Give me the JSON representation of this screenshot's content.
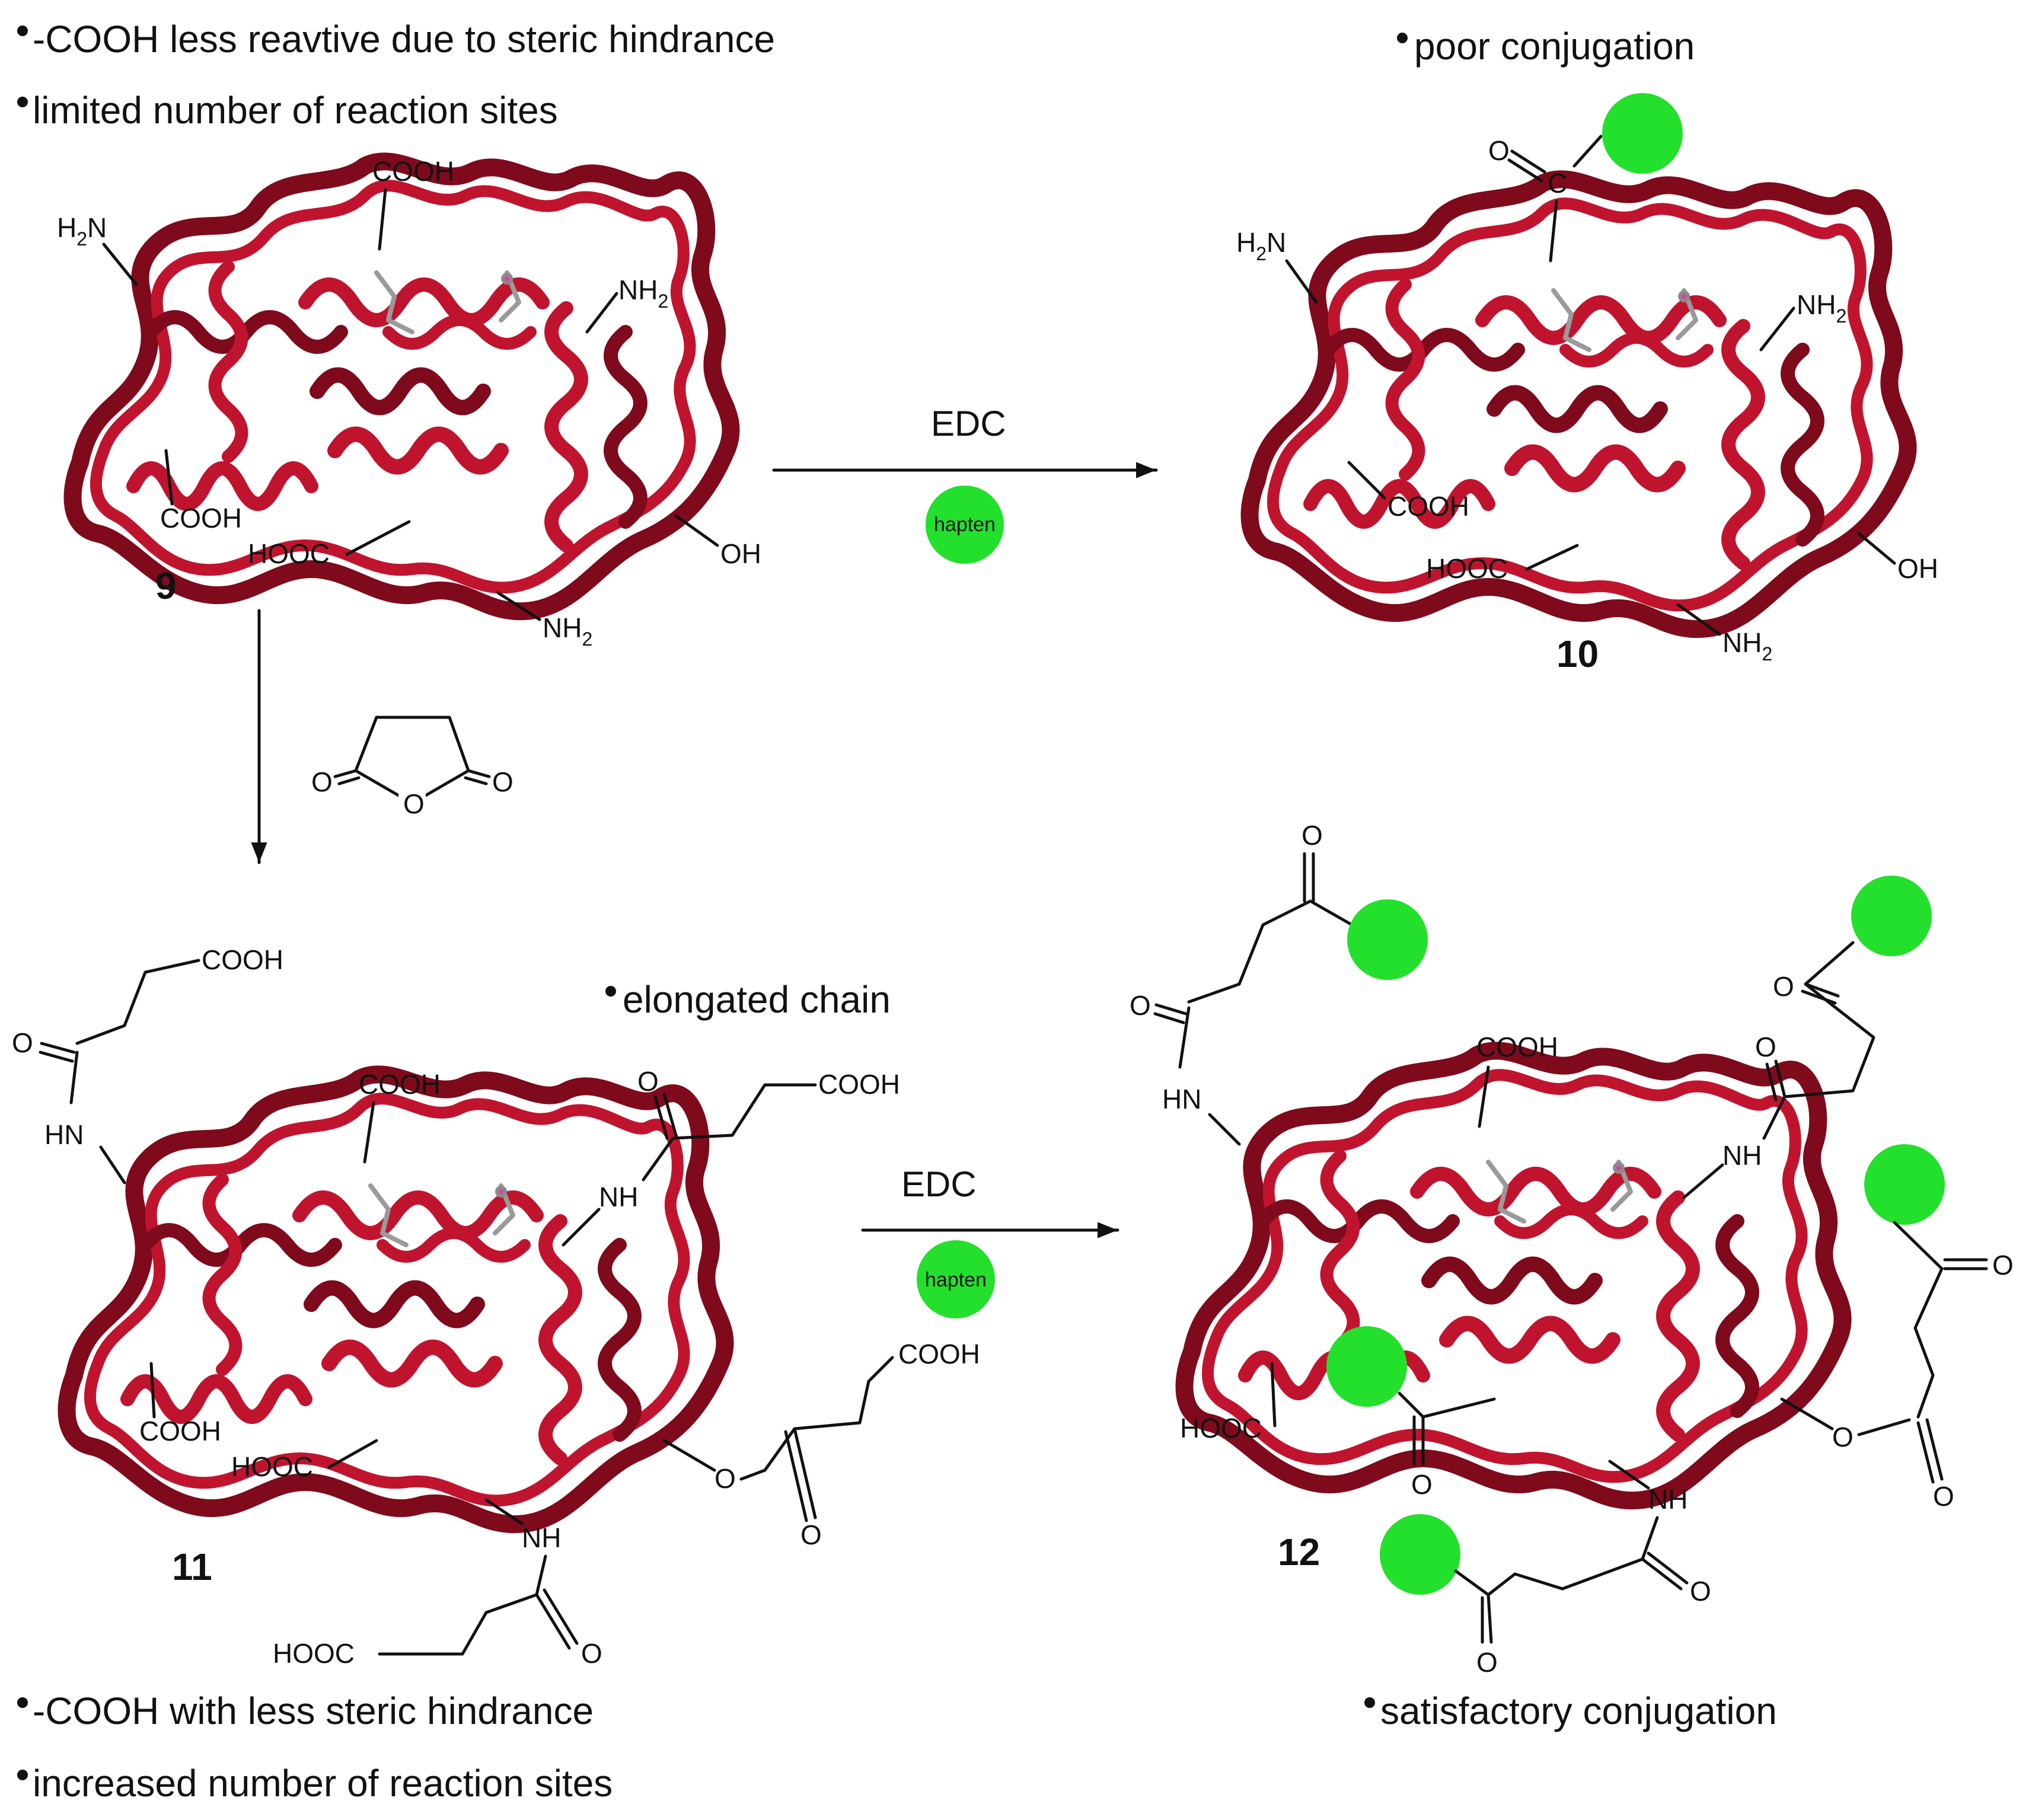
{
  "colors": {
    "protein": "#c0142e",
    "protein_dark": "#7e0a1c",
    "hapten": "#22e02b",
    "ink": "#111111"
  },
  "notes": {
    "top_left_1": "-COOH less reavtive due to steric hindrance",
    "top_left_2": "limited number of reaction sites",
    "top_right": "poor conjugation",
    "mid_right": "elongated chain",
    "bottom_left_1": "-COOH with less steric hindrance",
    "bottom_left_2": "increased number of reaction sites",
    "bottom_right": "satisfactory conjugation"
  },
  "compounds": {
    "c9": "9",
    "c10": "10",
    "c11": "11",
    "c12": "12"
  },
  "reactions": {
    "edc_top": "EDC",
    "edc_bottom": "EDC",
    "hapten_top": "hapten",
    "hapten_bottom": "hapten"
  },
  "groups": {
    "p9": {
      "h2n": "H",
      "h2n_sub": "2",
      "h2n_n": "N",
      "cooh_top": "COOH",
      "nh2_right": "NH",
      "nh2_right_sub": "2",
      "cooh_left": "COOH",
      "hooc": "HOOC",
      "oh": "OH",
      "nh2_bottom": "NH",
      "nh2_bottom_sub": "2"
    },
    "p10": {
      "h2n": "H",
      "h2n_sub": "2",
      "h2n_n": "N",
      "o": "O",
      "c": "C",
      "nh2_right": "NH",
      "nh2_right_sub": "2",
      "cooh_left": "COOH",
      "hooc": "HOOC",
      "oh": "OH",
      "nh2_bottom": "NH",
      "nh2_bottom_sub": "2"
    },
    "anhydride": {
      "o_left": "O",
      "o_ring": "O",
      "o_right": "O"
    },
    "p11": {
      "cooh_chain": "COOH",
      "o_left": "O",
      "hn": "HN",
      "cooh_top": "COOH",
      "o_right": "O",
      "cooh_right": "COOH",
      "nh_right": "NH",
      "cooh_left": "COOH",
      "hooc": "HOOC",
      "cooh_ester": "COOH",
      "o_ester": "O",
      "o_ester_co": "O",
      "nh_bottom": "NH",
      "hooc_bottom": "HOOC",
      "o_bottom": "O"
    },
    "p12": {
      "o_top": "O",
      "o_amide": "O",
      "hn": "HN",
      "cooh_top": "COOH",
      "o_ketone_right": "O",
      "o_amide_right": "O",
      "nh_right": "NH",
      "o_far_right": "O",
      "o_ester": "O",
      "o_ester_co": "O",
      "hooc": "HOOC",
      "o_mid": "O",
      "nh_bottom": "NH",
      "o_bottom_amide": "O",
      "o_bottom_ketone": "O"
    }
  }
}
